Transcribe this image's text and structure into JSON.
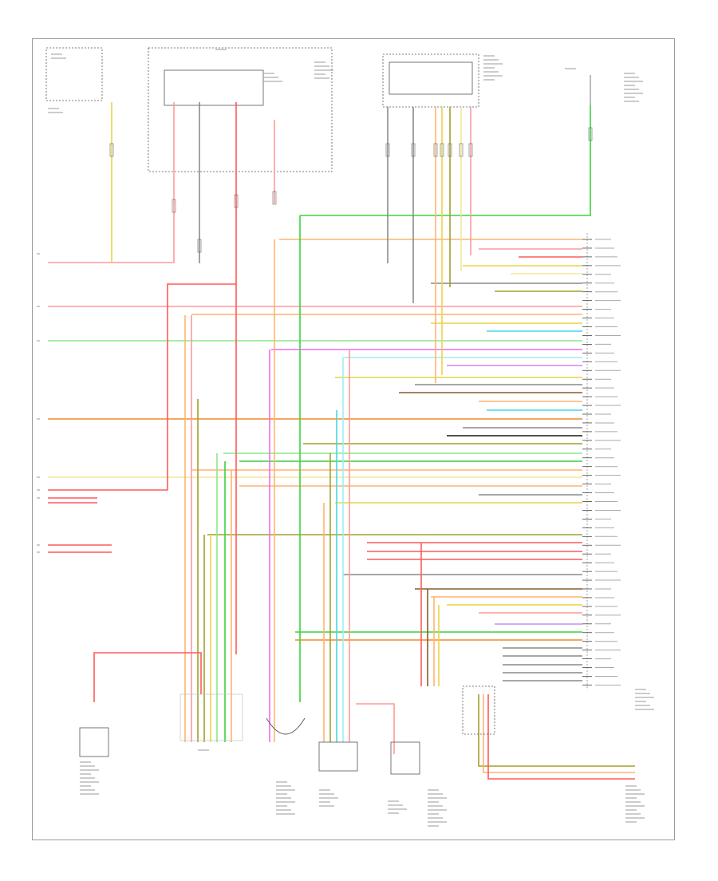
{
  "diagram_code": "",
  "colors": {
    "red": "#ff5a5a",
    "pink": "#ff9a9a",
    "orange": "#ffb46e",
    "dark_orange": "#f08a28",
    "yellow": "#e9d44a",
    "light_yellow": "#f2e79a",
    "green": "#3cd23c",
    "light_green": "#8ae88a",
    "dark_green": "#2f8f3a",
    "olive": "#a0a02e",
    "cyan": "#44d8e0",
    "light_cyan": "#9deef2",
    "magenta": "#ef6af0",
    "violet": "#c98af5",
    "brown": "#8a5a2a",
    "gray": "#8a8a8a",
    "black": "#1a1a1a",
    "frame": "#9a9a9a"
  },
  "wire_color_keys": [
    "red",
    "pink",
    "orange",
    "yellow",
    "green",
    "cyan",
    "magenta",
    "gray",
    "brown",
    "olive",
    "black",
    "light_green",
    "dark_orange",
    "violet",
    "light_cyan",
    "light_yellow"
  ],
  "pcm_pin_count": 52,
  "components": [
    {
      "id": "ignition-switch",
      "label": ""
    },
    {
      "id": "fuse-panel",
      "label": ""
    },
    {
      "id": "relay-box",
      "label": ""
    },
    {
      "id": "hot-at-all-times-fuse",
      "label": ""
    },
    {
      "id": "pcm-connector",
      "label": ""
    },
    {
      "id": "fuel-pump",
      "label": ""
    },
    {
      "id": "ground-connector",
      "label": ""
    },
    {
      "id": "idle-air-control",
      "label": ""
    },
    {
      "id": "throttle-sensor",
      "label": ""
    },
    {
      "id": "fuel-tank-sensor",
      "label": ""
    },
    {
      "id": "module-bottom-right",
      "label": ""
    }
  ]
}
